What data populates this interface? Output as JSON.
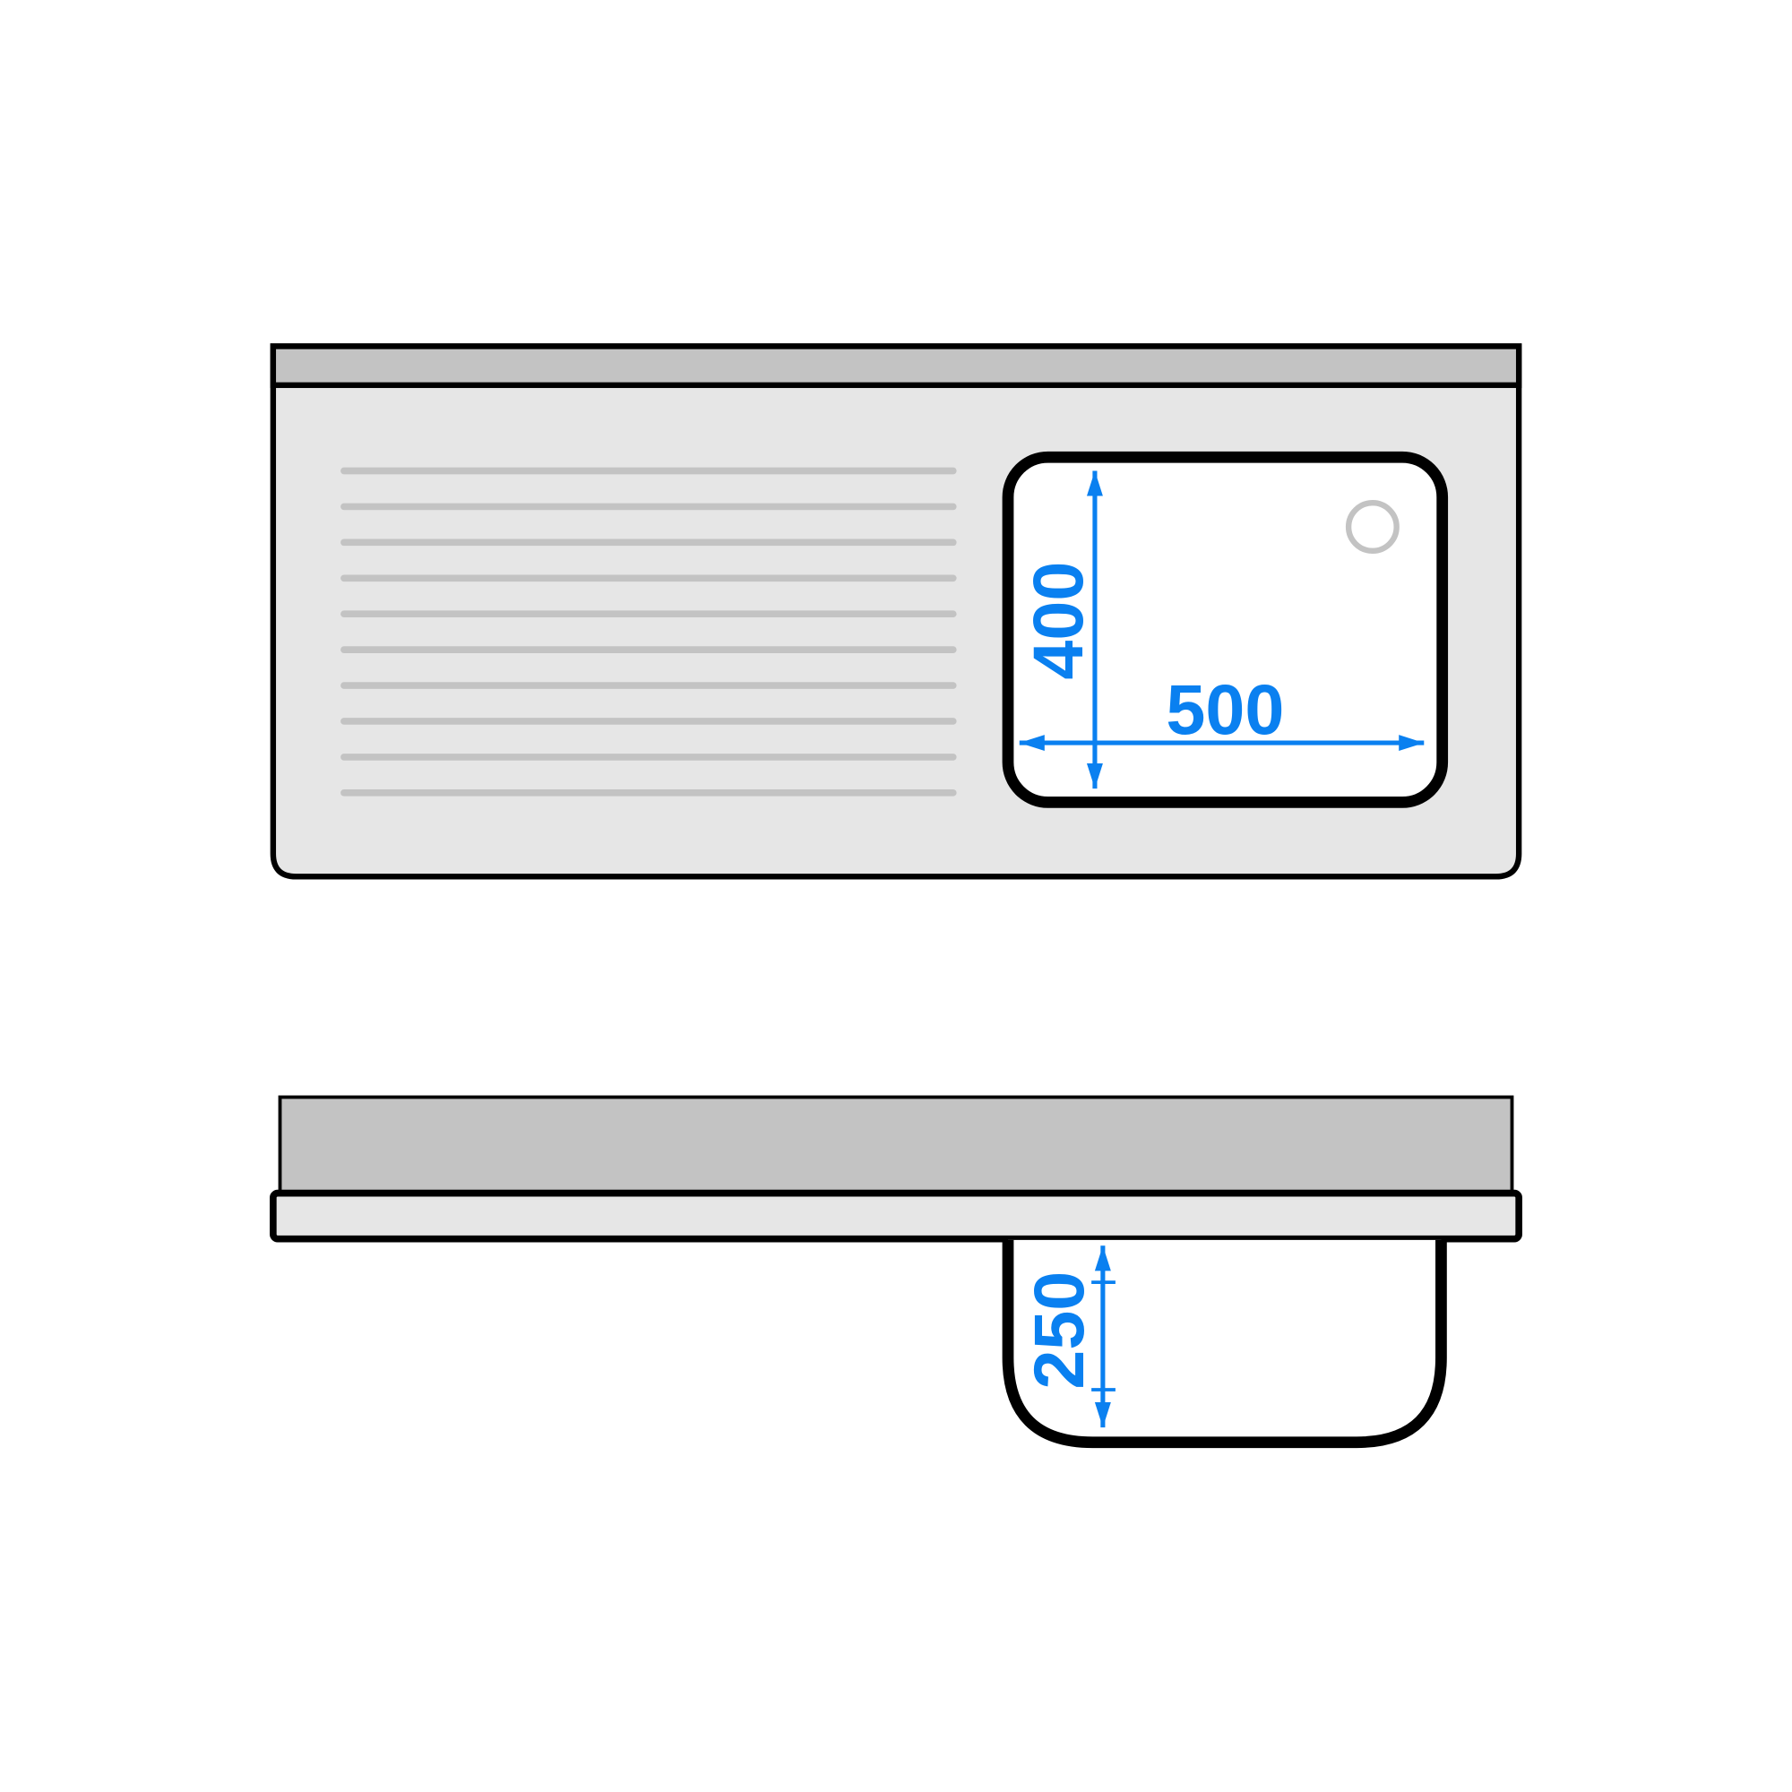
{
  "colors": {
    "outline": "#000000",
    "steel_dark": "#c3c3c3",
    "steel_light": "#e6e6e6",
    "basin": "#ffffff",
    "dimension": "#0a80f0"
  },
  "top_view": {
    "basin_width_label": "500",
    "basin_depth_label": "400",
    "drainboard_groove_count": 10
  },
  "side_view": {
    "basin_height_label": "250"
  }
}
